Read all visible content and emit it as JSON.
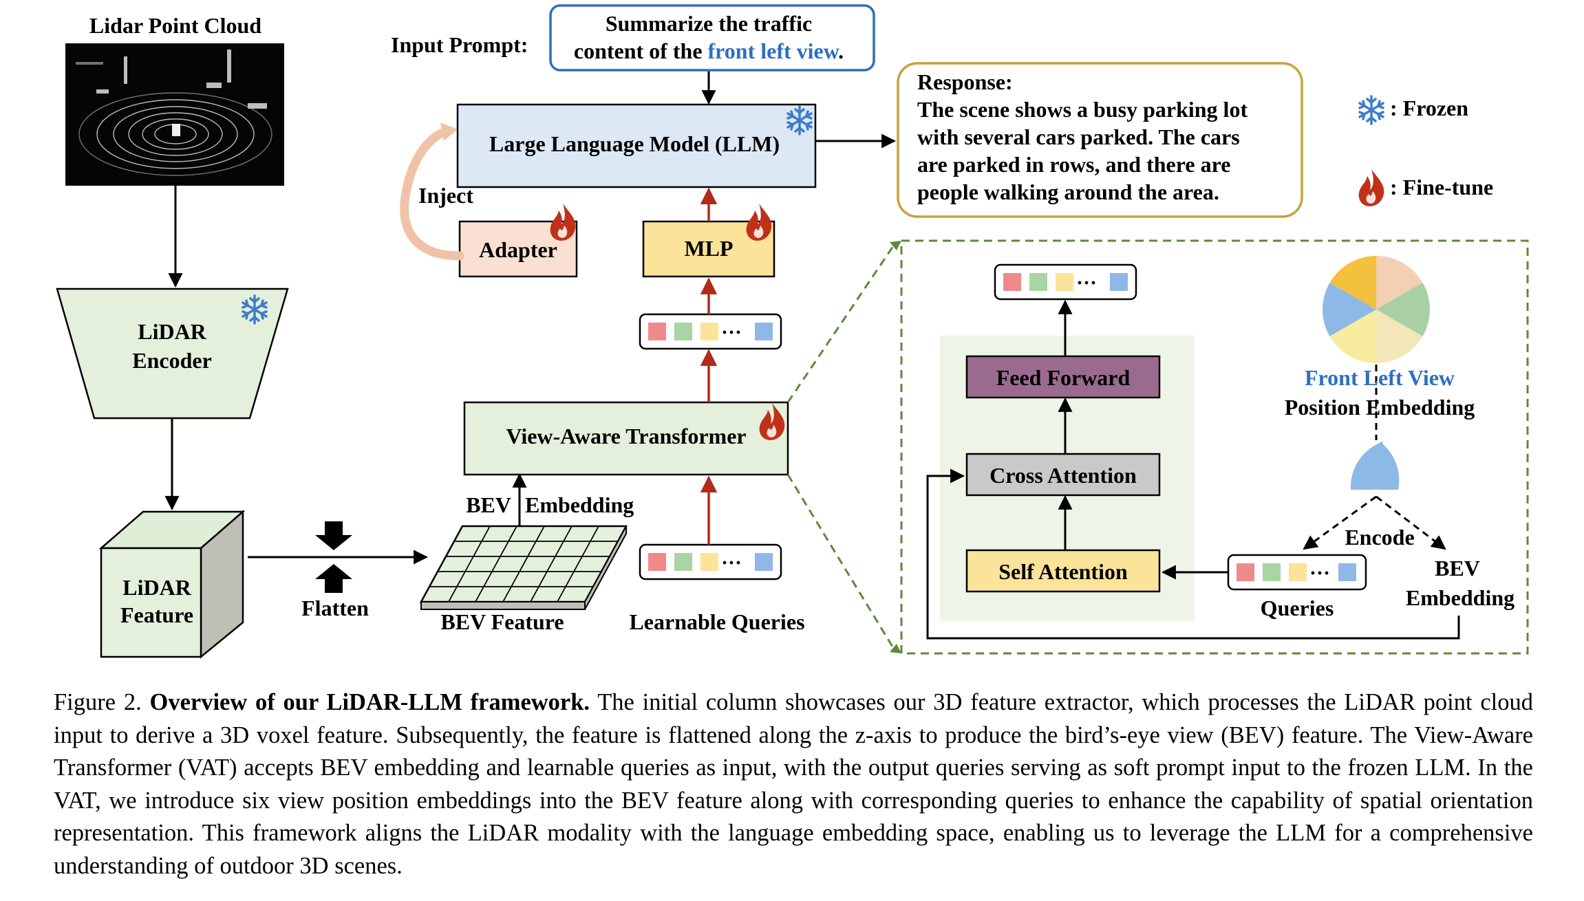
{
  "labels": {
    "lidar_point_cloud": "Lidar Point Cloud",
    "lidar_encoder_line1": "LiDAR",
    "lidar_encoder_line2": "Encoder",
    "lidar_feature_line1": "LiDAR",
    "lidar_feature_line2": "Feature",
    "flatten": "Flatten",
    "bev_feature": "BEV Feature",
    "bev_embedding_top_a": "BEV",
    "bev_embedding_top_b": "Embedding",
    "learnable_queries": "Learnable Queries",
    "view_aware_transformer": "View-Aware Transformer",
    "mlp": "MLP",
    "adapter": "Adapter",
    "inject": "Inject",
    "llm": "Large Language Model (LLM)",
    "input_prompt": "Input Prompt:",
    "prompt_line1": "Summarize the traffic",
    "prompt_line2_prefix": "content of the ",
    "prompt_line2_highlight": "front left view",
    "prompt_line2_suffix": ".",
    "response_title": "Response:",
    "response_lines": [
      "The scene shows a busy parking lot",
      "with several cars parked. The cars",
      "are parked in rows, and there are",
      "people walking around the area."
    ],
    "legend_frozen": ": Frozen",
    "legend_finetune": ": Fine-tune",
    "feed_forward": "Feed Forward",
    "cross_attention": "Cross Attention",
    "self_attention": "Self Attention",
    "queries": "Queries",
    "front_left_view": "Front Left View",
    "position_embedding": "Position Embedding",
    "encode": "Encode",
    "bev_embedding_right_line1": "BEV",
    "bev_embedding_right_line2": "Embedding",
    "token_ellipsis": "···"
  },
  "caption": {
    "prefix": "Figure 2.  ",
    "bold": "Overview of our LiDAR-LLM framework.",
    "body": "  The initial column showcases our 3D feature extractor, which processes the LiDAR point cloud input to derive a 3D voxel feature.  Subsequently, the feature is flattened along the z-axis to produce the bird’s-eye view (BEV) feature. The View-Aware Transformer (VAT) accepts BEV embedding and learnable queries as input, with the output queries serving as soft prompt input to the frozen LLM. In the VAT, we introduce six view position embeddings into the BEV feature along with corresponding queries to enhance the capability of spatial orientation representation. This framework aligns the LiDAR modality with the language embedding space, enabling us to leverage the LLM for a comprehensive understanding of outdoor 3D scenes."
  },
  "colors": {
    "llm_fill": "#dce8f4",
    "light_green_fill": "#e4f0dc",
    "mlp_fill": "#fbe39a",
    "adapter_fill": "#f9e0d2",
    "feed_forward_fill": "#9b6b8f",
    "cross_attention_fill": "#c9c9c9",
    "self_attention_fill": "#fbe39a",
    "prompt_border": "#2e6fc0",
    "response_border": "#c9a13c",
    "dashed_green": "#5c8a3a",
    "red_arrow": "#b32a1a",
    "token_colors": [
      "#f08a8a",
      "#a9d4a3",
      "#fbe39a",
      "#8fb8e8"
    ],
    "pie_colors": [
      "#f4c13f",
      "#f3cfb4",
      "#a8d0a4",
      "#f3e6b8",
      "#f8ec9f",
      "#8db9e6"
    ],
    "fire": "#c0311a",
    "snowflake": "#3d7cc9"
  }
}
